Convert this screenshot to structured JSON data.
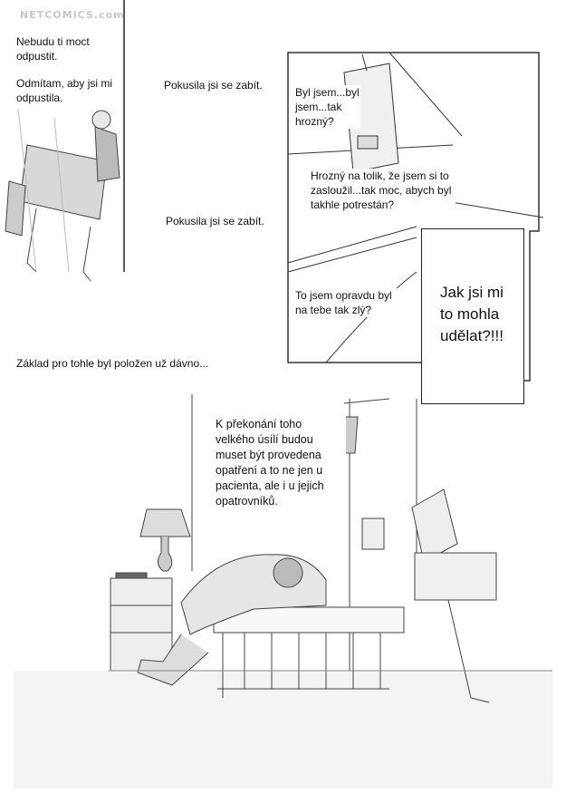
{
  "watermark": "NETCOMICS.com",
  "captions": {
    "c1": "Nebudu ti moct odpustit.",
    "c2": "Odmítam, aby jsi mi odpustila.",
    "c3": "Pokusila jsi se zabít.",
    "c4": "Pokusila jsi se zabít.",
    "c5": "Byl jsem...byl jsem...tak hrozný?",
    "c6": "Hrozný na tolik, že jsem si to zasloužil...tak moc, abych byl takhle potrestán?",
    "c7": "To jsem opravdu byl na tebe tak zlý?",
    "c8": "Jak jsi mi to mohla udělat?!!!",
    "c9": "Základ pro tohle byl položen už dávno...",
    "c10": "K překonání toho velkého úsílí budou muset být provedena opatření a to ne jen u pacienta, ale i u jejich opatrovníků."
  }
}
